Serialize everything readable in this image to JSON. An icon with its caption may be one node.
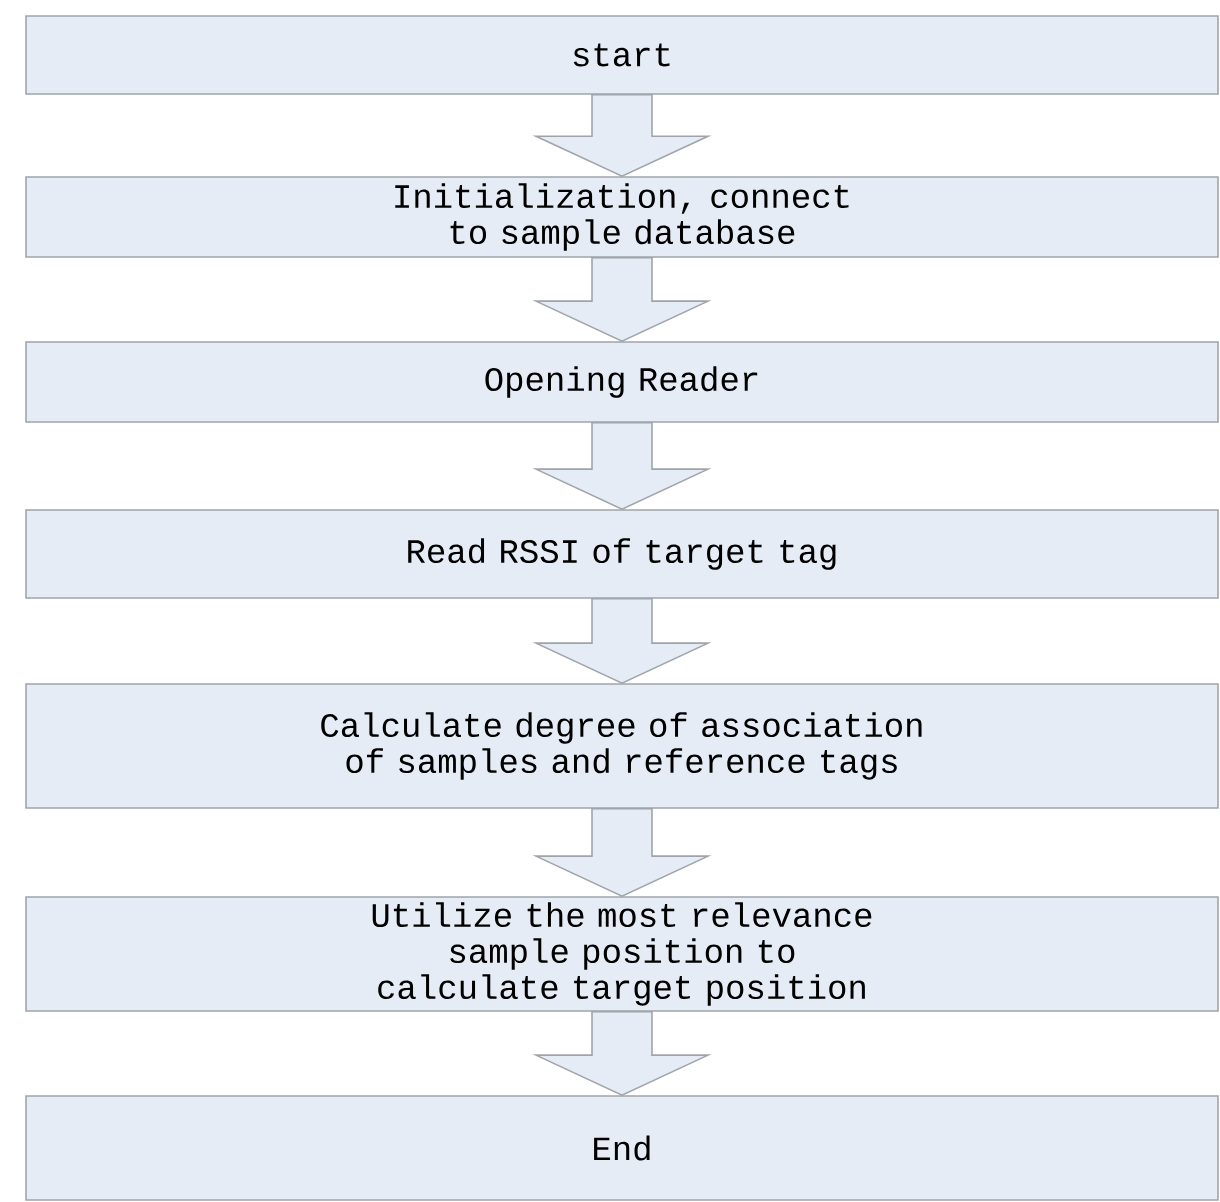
{
  "diagram": {
    "nodes": [
      {
        "text": [
          "start"
        ]
      },
      {
        "text": [
          "Initialization, connect to sample database"
        ]
      },
      {
        "text": [
          "Opening Reader"
        ]
      },
      {
        "text": [
          "Read RSSI of target tag"
        ]
      },
      {
        "text": [
          "Calculate degree of association of samples and reference tags"
        ]
      },
      {
        "text": [
          "Utilize the most relevance sample position to calculate target position"
        ]
      },
      {
        "text": [
          "End"
        ]
      }
    ],
    "edges": [
      {
        "from": 0,
        "to": 1,
        "arrow": "to"
      },
      {
        "from": 1,
        "to": 2,
        "arrow": "to"
      },
      {
        "from": 2,
        "to": 3,
        "arrow": "to"
      },
      {
        "from": 3,
        "to": 4,
        "arrow": "to"
      },
      {
        "from": 4,
        "to": 5,
        "arrow": "to"
      },
      {
        "from": 5,
        "to": 6,
        "arrow": "to"
      }
    ]
  }
}
